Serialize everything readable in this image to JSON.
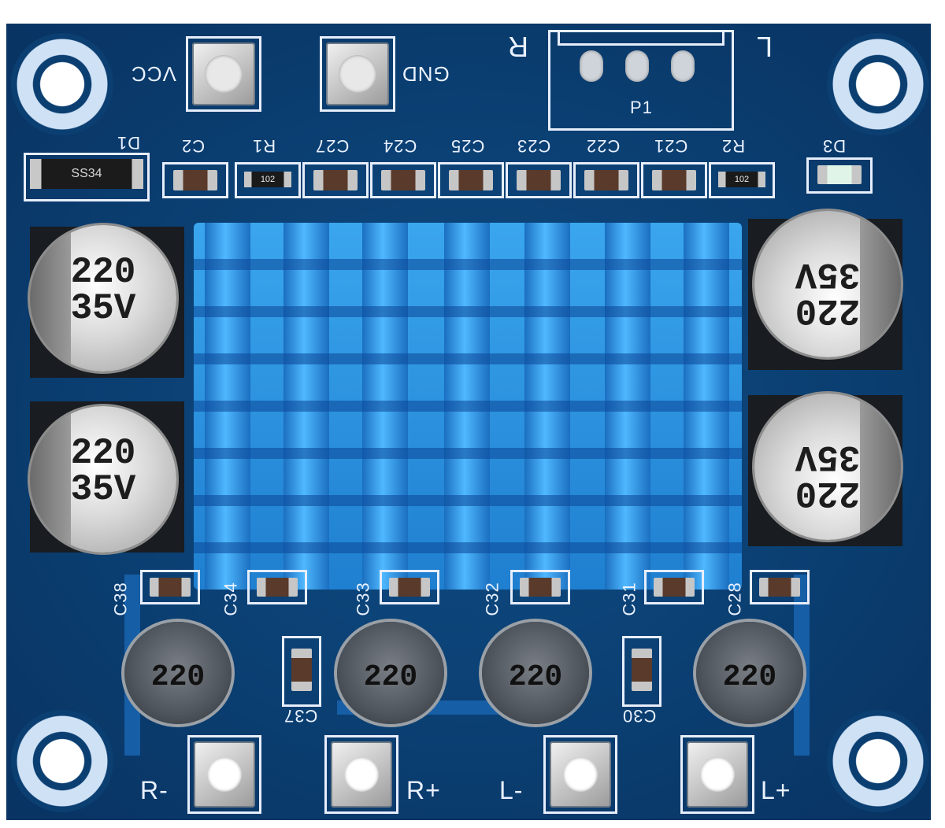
{
  "board": {
    "top_labels": {
      "vcc": "VCC",
      "gnd": "GND",
      "r": "R",
      "l": "L",
      "p1": "P1",
      "d1": "D1",
      "d3": "D3"
    },
    "component_row": [
      "C2",
      "R1",
      "C27",
      "C24",
      "C25",
      "C23",
      "C22",
      "C21",
      "R2"
    ],
    "resistor_code": "102",
    "diode_code": "SS34",
    "electrolytic_caps": [
      {
        "value": "220",
        "voltage": "35V"
      },
      {
        "value": "220",
        "voltage": "35V"
      },
      {
        "value": "220",
        "voltage": "35V"
      },
      {
        "value": "220",
        "voltage": "35V"
      }
    ],
    "bottom_caps": [
      "C38",
      "C34",
      "C33",
      "C32",
      "C31",
      "C28"
    ],
    "lower_caps": [
      "C37",
      "C30"
    ],
    "inductors": [
      "220",
      "220",
      "220",
      "220"
    ],
    "outputs": [
      "R-",
      "R+",
      "L-",
      "L+"
    ]
  }
}
